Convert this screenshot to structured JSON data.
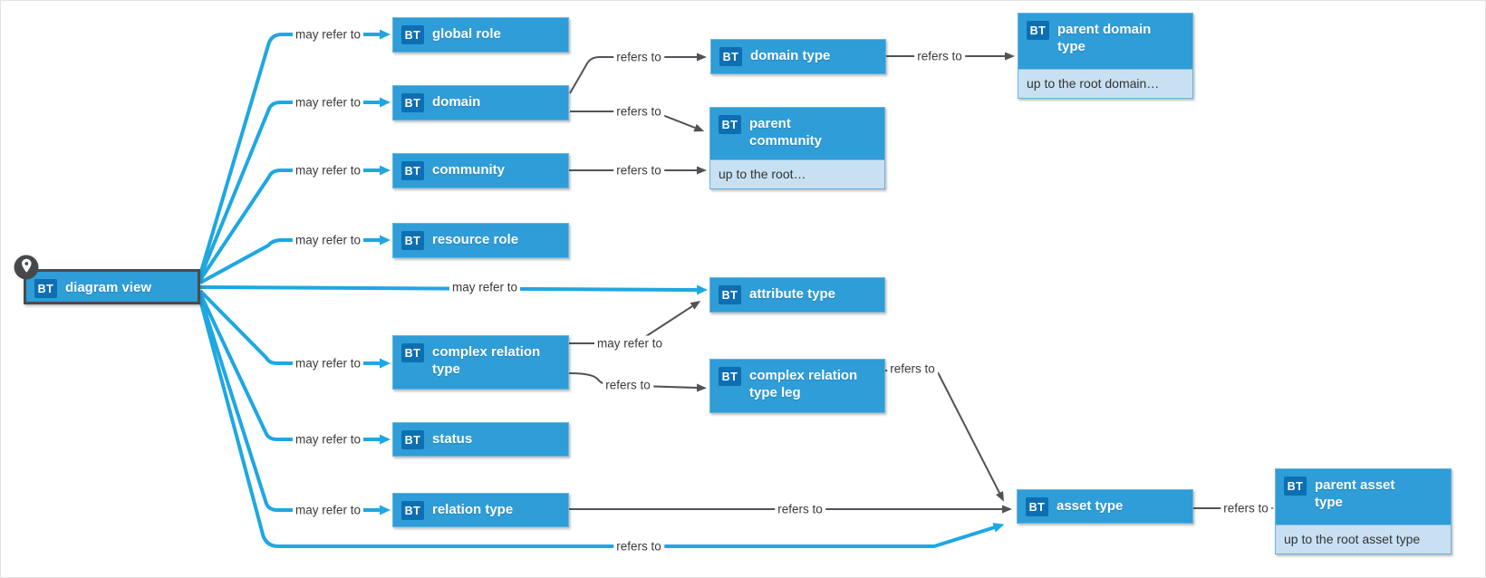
{
  "badge_label": "BT",
  "edge_labels": {
    "may_refer_to": "may refer to",
    "refers_to": "refers to"
  },
  "nodes": {
    "diagram_view": {
      "label": "diagram view"
    },
    "global_role": {
      "label": "global role"
    },
    "domain": {
      "label": "domain"
    },
    "community": {
      "label": "community"
    },
    "resource_role": {
      "label": "resource role"
    },
    "attribute_type": {
      "label": "attribute type"
    },
    "complex_relation_type": {
      "label": "complex relation type"
    },
    "status": {
      "label": "status"
    },
    "relation_type": {
      "label": "relation type"
    },
    "domain_type": {
      "label": "domain type"
    },
    "parent_community": {
      "label": "parent community",
      "sublabel": "up to the root…"
    },
    "complex_relation_type_leg": {
      "label": "complex relation type leg"
    },
    "asset_type": {
      "label": "asset type"
    },
    "parent_domain_type": {
      "label": "parent domain type",
      "sublabel": "up to the root domain…"
    },
    "parent_asset_type": {
      "label": "parent asset type",
      "sublabel": "up to the root asset type"
    }
  },
  "edges": [
    {
      "from": "diagram view",
      "to": "global role",
      "label": "may refer to",
      "color": "blue"
    },
    {
      "from": "diagram view",
      "to": "domain",
      "label": "may refer to",
      "color": "blue"
    },
    {
      "from": "diagram view",
      "to": "community",
      "label": "may refer to",
      "color": "blue"
    },
    {
      "from": "diagram view",
      "to": "resource role",
      "label": "may refer to",
      "color": "blue"
    },
    {
      "from": "diagram view",
      "to": "attribute type",
      "label": "may refer to",
      "color": "blue"
    },
    {
      "from": "diagram view",
      "to": "complex relation type",
      "label": "may refer to",
      "color": "blue"
    },
    {
      "from": "diagram view",
      "to": "status",
      "label": "may refer to",
      "color": "blue"
    },
    {
      "from": "diagram view",
      "to": "relation type",
      "label": "may refer to",
      "color": "blue"
    },
    {
      "from": "diagram view",
      "to": "asset type",
      "label": "refers to",
      "color": "blue"
    },
    {
      "from": "domain",
      "to": "domain type",
      "label": "refers to",
      "color": "dark"
    },
    {
      "from": "domain",
      "to": "parent community",
      "label": "refers to",
      "color": "dark"
    },
    {
      "from": "community",
      "to": "parent community",
      "label": "refers to",
      "color": "dark"
    },
    {
      "from": "domain type",
      "to": "parent domain type",
      "label": "refers to",
      "color": "dark"
    },
    {
      "from": "complex relation type",
      "to": "attribute type",
      "label": "may refer to",
      "color": "dark"
    },
    {
      "from": "complex relation type",
      "to": "complex relation type leg",
      "label": "refers to",
      "color": "dark"
    },
    {
      "from": "complex relation type leg",
      "to": "asset type",
      "label": "refers to",
      "color": "dark"
    },
    {
      "from": "relation type",
      "to": "asset type",
      "label": "refers to",
      "color": "dark"
    },
    {
      "from": "asset type",
      "to": "parent asset type",
      "label": "refers to",
      "color": "dark"
    }
  ],
  "colors": {
    "node_fill": "#2e9dd8",
    "badge_fill": "#0d6fb2",
    "subrow_fill": "#c8e1f2",
    "edge_blue": "#1ea7e2",
    "edge_dark": "#515257",
    "root_border": "#4a4b4f"
  }
}
